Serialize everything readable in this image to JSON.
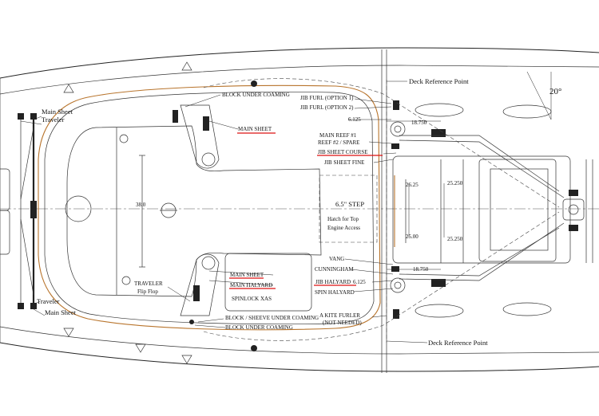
{
  "labels": {
    "main_sheet_traveler": [
      "Main Sheet",
      "Traveler"
    ],
    "traveler_main_sheet": [
      "Traveler",
      "Main Sheet"
    ],
    "block_under_coaming_top": "BLOCK UNDER COAMING",
    "main_sheet_top": "MAIN SHEET",
    "jib_furl_1": "JIB FURL (OPTION 1)",
    "jib_furl_2": "JIB FURL (OPTION 2)",
    "dim_6125_top": "6.125",
    "main_reef_1": "MAIN REEF #1",
    "reef_2_spare": "REEF #2 / SPARE",
    "jib_sheet_course": "JIB SHEET COURSE",
    "jib_sheet_fine": "JIB SHEET FINE",
    "deck_ref_top": "Deck Reference Point",
    "angle": "20°",
    "dim_18750_top": "18.750",
    "dim_26_25": "26.25",
    "dim_25_250_top": "25.250",
    "dim_25_00": "25.00",
    "dim_25_250_bottom": "25.250",
    "dim_38": "38.0",
    "step": "6.5\" STEP",
    "hatch": [
      "Hatch for Top",
      "Engine Access"
    ],
    "vang": "VANG",
    "cunningham": "CUNNINGHAM",
    "dim_18750_bottom": "18.750",
    "main_sheet_bottom": "MAIN SHEET",
    "main_halyard": "MAIN HALYARD",
    "spinlock": "SPINLOCK XAS",
    "jib_halyard": "JIB HALYARD",
    "dim_6125_bottom": "6.125",
    "spin_halyard": "SPIN HALYARD",
    "traveler_flip_flop": [
      "TRAVELER",
      "Flip Flop"
    ],
    "block_sheeve": "BLOCK / SHEEVE UNDER COAMING",
    "block_under_coaming_bottom": "BLOCK UNDER COAMING",
    "kite_furler": [
      "A KITE FURLER",
      "(NOT NEEDED)"
    ],
    "deck_ref_bottom": "Deck Reference Point"
  },
  "colors": {
    "line": "#222222",
    "coaming": "#b8742c",
    "underline": "#dd1111"
  }
}
